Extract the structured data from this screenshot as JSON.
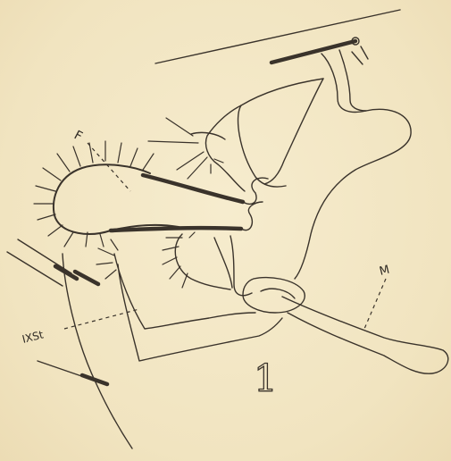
{
  "labels": {
    "f": "F",
    "ixst": "IXSt",
    "m": "M",
    "figure_number": "1"
  }
}
